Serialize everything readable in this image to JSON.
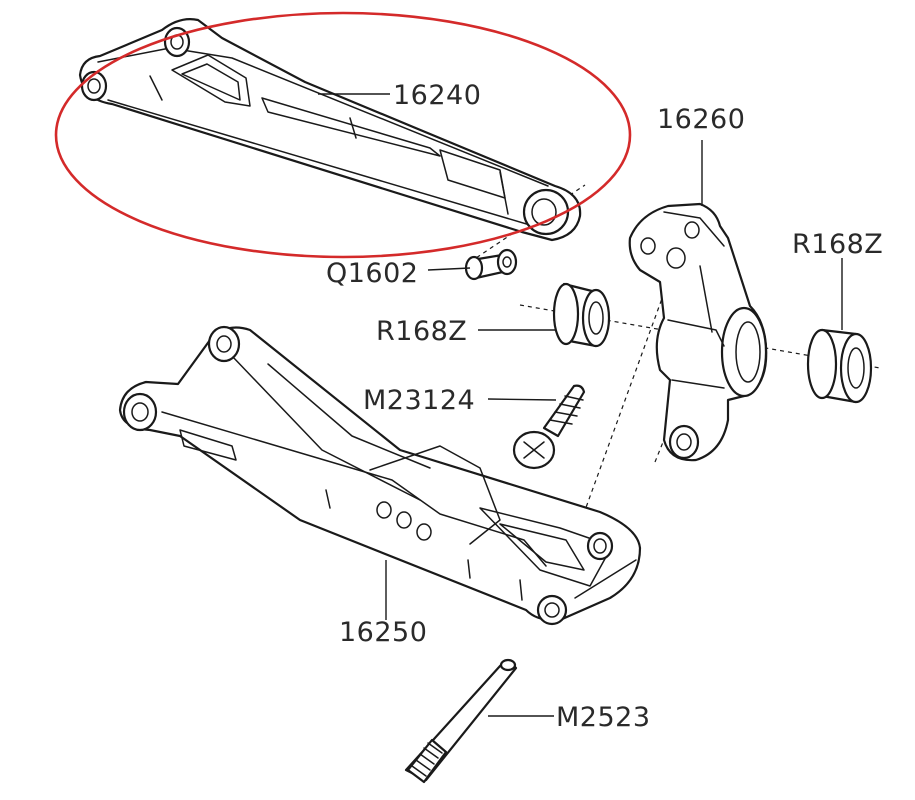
{
  "callouts": {
    "upper_arm": "16240",
    "hub_carrier": "16260",
    "bearing_right": "R168Z",
    "bushing": "Q1602",
    "bearing_left": "R168Z",
    "screw": "M23124",
    "lower_arm": "16250",
    "pin": "M2523"
  },
  "highlight": {
    "target": "16240",
    "color": "#d42a2a"
  }
}
